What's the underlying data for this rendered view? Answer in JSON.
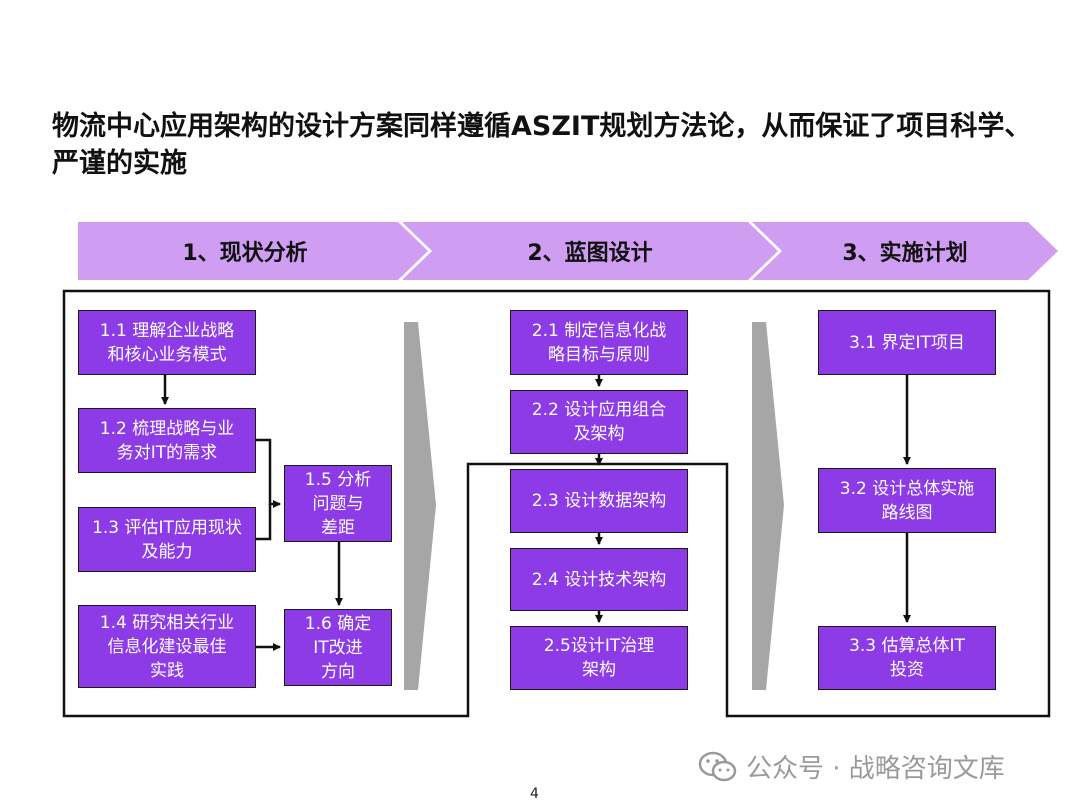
{
  "title": "物流中心应用架构的设计方案同样遵循ASZIT规划方法论，从而保证了项目科学、严谨的实施",
  "phases": [
    {
      "label": "1、现状分析"
    },
    {
      "label": "2、蓝图设计"
    },
    {
      "label": "3、实施计划"
    }
  ],
  "boxes": {
    "b11": "1.1 理解企业战略\n和核心业务模式",
    "b12": "1.2 梳理战略与业\n务对IT的需求",
    "b13": "1.3 评估IT应用现状\n及能力",
    "b14": "1.4 研究相关行业\n信息化建设最佳\n实践",
    "b15": "1.5  分析\n问题与\n差距",
    "b16": "1.6  确定\nIT改进\n方向",
    "b21": "2.1 制定信息化战\n略目标与原则",
    "b22": "2.2 设计应用组合\n及架构",
    "b23": "2.3 设计数据架构",
    "b24": "2.4 设计技术架构",
    "b25": "2.5设计IT治理\n架构",
    "b31": "3.1 界定IT项目",
    "b32": "3.2 设计总体实施\n路线图",
    "b33": "3.3 估算总体IT\n投资"
  },
  "colors": {
    "box_fill": "#8c3be6",
    "chevron_fill": "#cf9df2",
    "gray_arrow": "#a6a6a6"
  },
  "page_number": "4",
  "watermark": {
    "icon": "wechat-icon",
    "text": "公众号 · 战略咨询文库"
  }
}
